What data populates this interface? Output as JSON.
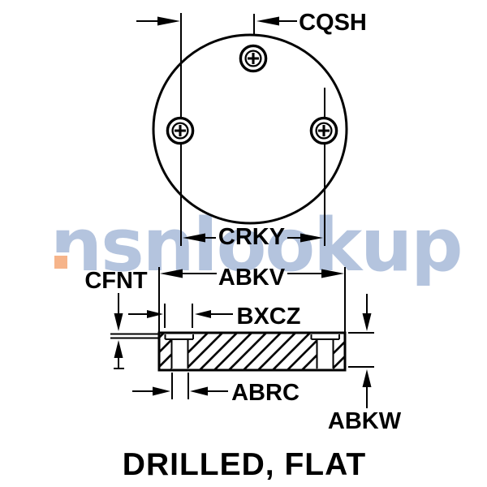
{
  "watermark": {
    "text": "nsnlookup",
    "color": "#b4c4de",
    "accent_color": "#f6b48a"
  },
  "figure": {
    "caption": "DRILLED, FLAT"
  },
  "dimensions": {
    "cqsh": "CQSH",
    "crky": "CRKY",
    "abkv": "ABKV",
    "cfnt": "CFNT",
    "bxcz": "BXCZ",
    "abrc": "ABRC",
    "abkw": "ABKW"
  },
  "icons": {
    "screw_head": "phillips-screw-head"
  },
  "colors": {
    "line": "#000000",
    "background": "#ffffff"
  }
}
